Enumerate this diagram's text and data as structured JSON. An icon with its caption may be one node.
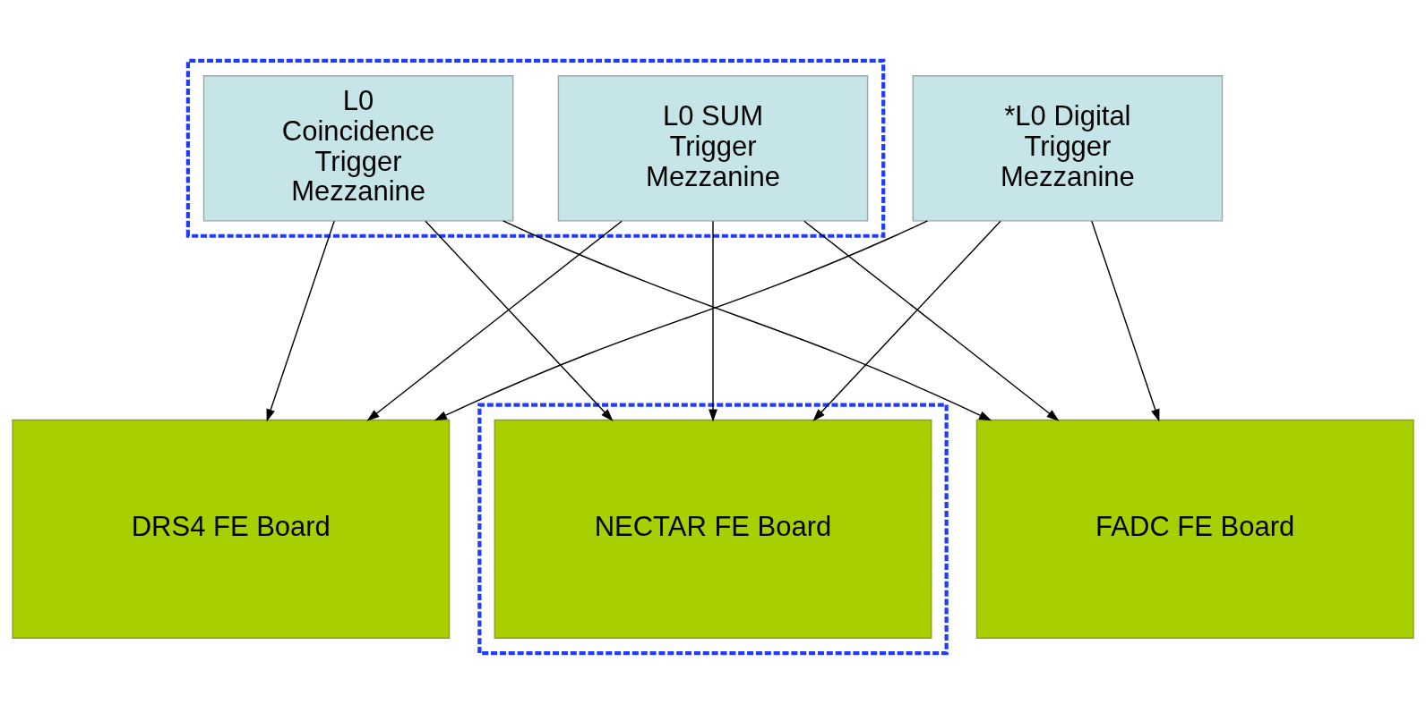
{
  "diagram": {
    "nodes": [
      {
        "text": [],
        "shape": "box"
      },
      {
        "text": [
          "L0 SUM Trigger Mezzanine"
        ],
        "in": 0
      },
      {
        "text": [
          "L0 Coincidence Trigger Mezzanine"
        ],
        "in": 0
      },
      {
        "text": [
          "*L0 Digital Trigger Mezzanine"
        ]
      },
      {
        "text": [
          "DRS4 FE Board"
        ]
      },
      {
        "text": [],
        "shape": "box"
      },
      {
        "text": [
          "NECTAR FE Board"
        ],
        "in": 5
      },
      {
        "text": [
          "FADC FE Board"
        ]
      }
    ],
    "edges": [
      {
        "from": 1,
        "to": 4,
        "arrow": "to"
      },
      {
        "from": 1,
        "to": 6,
        "arrow": "to"
      },
      {
        "from": 1,
        "to": 7,
        "arrow": "to"
      },
      {
        "from": 2,
        "to": 4,
        "arrow": "to"
      },
      {
        "from": 2,
        "to": 6,
        "arrow": "to"
      },
      {
        "from": 2,
        "to": 7,
        "arrow": "to"
      },
      {
        "from": 3,
        "to": 4,
        "arrow": "to"
      },
      {
        "from": 3,
        "to": 6,
        "arrow": "to"
      },
      {
        "from": 3,
        "to": 7,
        "arrow": "to"
      }
    ]
  }
}
